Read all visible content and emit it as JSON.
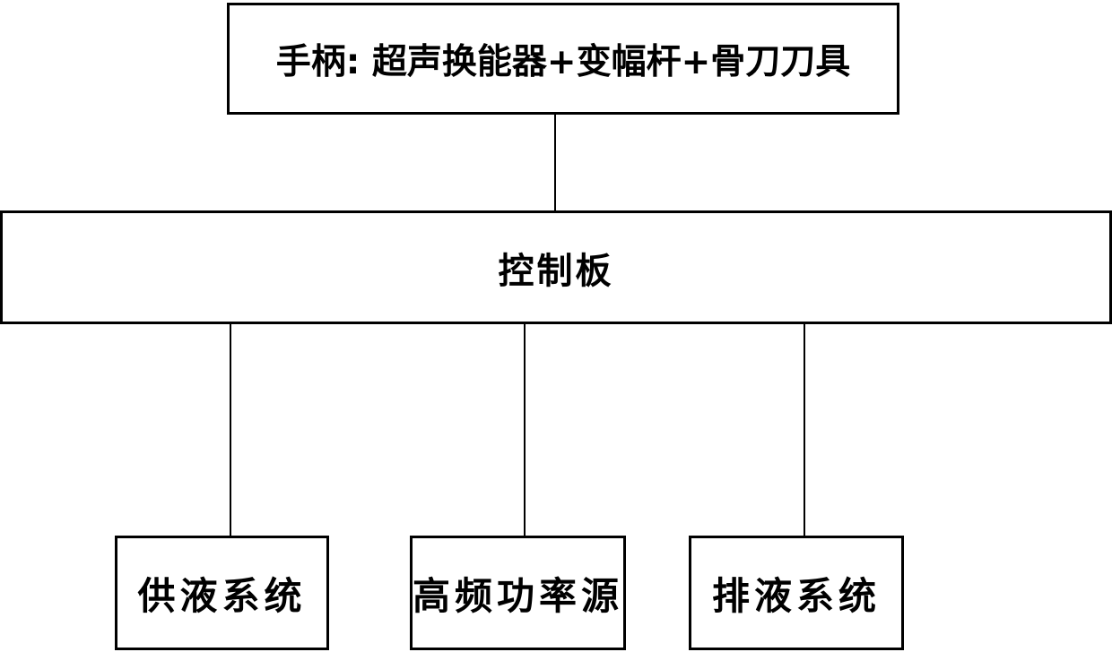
{
  "diagram": {
    "type": "block-diagram",
    "background_color": "#ffffff",
    "line_color": "#000000",
    "text_color": "#000000",
    "nodes": {
      "handle": {
        "label": "手柄: 超声换能器+变幅杆+骨刀刀具"
      },
      "control_board": {
        "label": "控制板"
      },
      "liquid_supply": {
        "label": "供液系统"
      },
      "hf_power_source": {
        "label": "高频功率源"
      },
      "liquid_drain": {
        "label": "排液系统"
      }
    },
    "edges": [
      {
        "from": "handle",
        "to": "control_board"
      },
      {
        "from": "control_board",
        "to": "liquid_supply"
      },
      {
        "from": "control_board",
        "to": "hf_power_source"
      },
      {
        "from": "control_board",
        "to": "liquid_drain"
      }
    ]
  }
}
